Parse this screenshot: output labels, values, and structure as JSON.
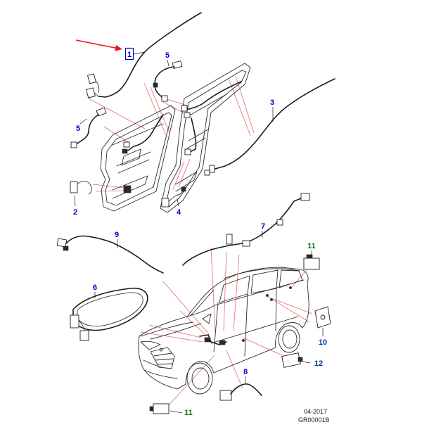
{
  "diagram": {
    "callouts": [
      {
        "label": "1",
        "color": "#0000cc"
      },
      {
        "label": "5",
        "color": "#0000cc"
      },
      {
        "label": "5",
        "color": "#0000cc"
      },
      {
        "label": "3",
        "color": "#0000cc"
      },
      {
        "label": "2",
        "color": "#0000cc"
      },
      {
        "label": "4",
        "color": "#0000cc"
      },
      {
        "label": "9",
        "color": "#0000cc"
      },
      {
        "label": "7",
        "color": "#0000cc"
      },
      {
        "label": "6",
        "color": "#0000cc"
      },
      {
        "label": "11",
        "color": "#007a1a"
      },
      {
        "label": "10",
        "color": "#003399"
      },
      {
        "label": "12",
        "color": "#003399"
      },
      {
        "label": "8",
        "color": "#0000cc"
      },
      {
        "label": "11",
        "color": "#007a1a"
      }
    ],
    "footer": {
      "date": "04-2017",
      "code": "GR00001B"
    },
    "colors": {
      "arrow": "#e8151b",
      "leader": "#e36b70",
      "linework": "#1d1d1d",
      "background": "#ffffff"
    }
  }
}
